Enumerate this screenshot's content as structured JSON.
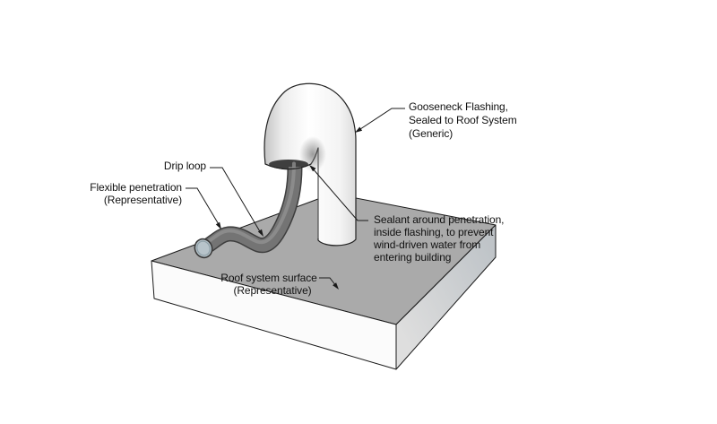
{
  "labels": {
    "gooseneck": {
      "lines": [
        "Gooseneck Flashing,",
        "Sealed to Roof System",
        "(Generic)"
      ]
    },
    "drip_loop": {
      "text": "Drip loop"
    },
    "flexible_penetration": {
      "lines": [
        "Flexible penetration",
        "(Representative)"
      ]
    },
    "sealant": {
      "lines": [
        "Sealant around penetration,",
        "inside flashing, to prevent",
        "wind-driven water from",
        "entering building"
      ]
    },
    "roof_surface": {
      "lines": [
        "Roof system surface",
        "(Representative)"
      ]
    }
  },
  "colors": {
    "background": "#ffffff",
    "outline": "#1a1a1a",
    "leader": "#1a1a1a",
    "label_text": "#111111",
    "roof_top": "#aaaaaa",
    "roof_front_left": "#fbfbfb",
    "roof_front_right": "#c9c9c9",
    "flashing_white": "#ffffff",
    "flashing_shade": "#c4c4c4",
    "cable": "#747474",
    "cable_outline": "#3e3e3e",
    "cable_end_cap": "#b7c3ca"
  }
}
